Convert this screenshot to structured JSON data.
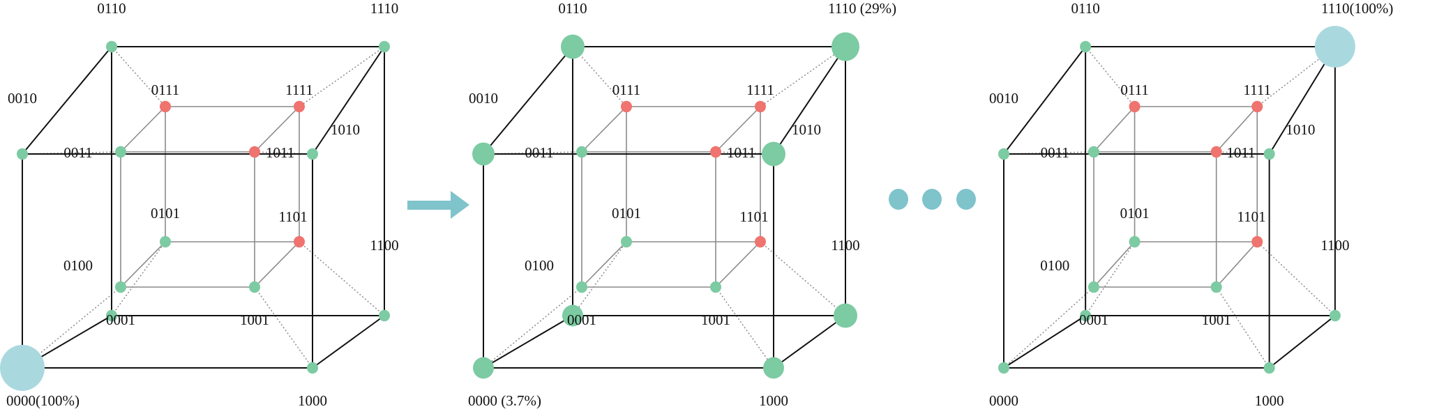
{
  "colors": {
    "node": "#7ccba2",
    "marked_node": "#ef736e",
    "highlight_node": "#a9d9df",
    "arrow": "#7fc3cb",
    "outer_edge": "#111111",
    "inner_edge": "#8a8a8a",
    "link_edge": "#8a8a8a"
  },
  "marked_states": [
    "0111",
    "1111",
    "1011",
    "1101"
  ],
  "cubes": [
    {
      "highlight": "0000",
      "labels": {
        "0110": "0110",
        "1110": "1110",
        "0010": "0010",
        "1010": "1010",
        "0100": "0100",
        "1100": "1100",
        "0000": "0000(100%)",
        "1000": "1000",
        "0111": "0111",
        "1111": "1111",
        "0011": "0011",
        "1011": "1011",
        "0101": "0101",
        "1101": "1101",
        "0001": "0001",
        "1001": "1001"
      }
    },
    {
      "highlight": null,
      "labels": {
        "0110": "0110",
        "1110": "1110 (29%)",
        "0010": "0010",
        "1010": "1010",
        "0100": "0100",
        "1100": "1100",
        "0000": "0000 (3.7%)",
        "1000": "1000",
        "0111": "0111",
        "1111": "1111",
        "0011": "0011",
        "1011": "1011",
        "0101": "0101",
        "1101": "1101",
        "0001": "0001",
        "1001": "1001"
      }
    },
    {
      "highlight": "1110",
      "labels": {
        "0110": "0110",
        "1110": "1110(100%)",
        "0010": "0010",
        "1010": "1010",
        "0100": "0100",
        "1100": "1100",
        "0000": "0000",
        "1000": "1000",
        "0111": "0111",
        "1111": "1111",
        "0011": "0011",
        "1011": "1011",
        "0101": "0101",
        "1101": "1101",
        "0001": "0001",
        "1001": "1001"
      }
    }
  ],
  "transition_arrow": "right-arrow-icon",
  "ellipsis": "ellipsis-dots-icon"
}
